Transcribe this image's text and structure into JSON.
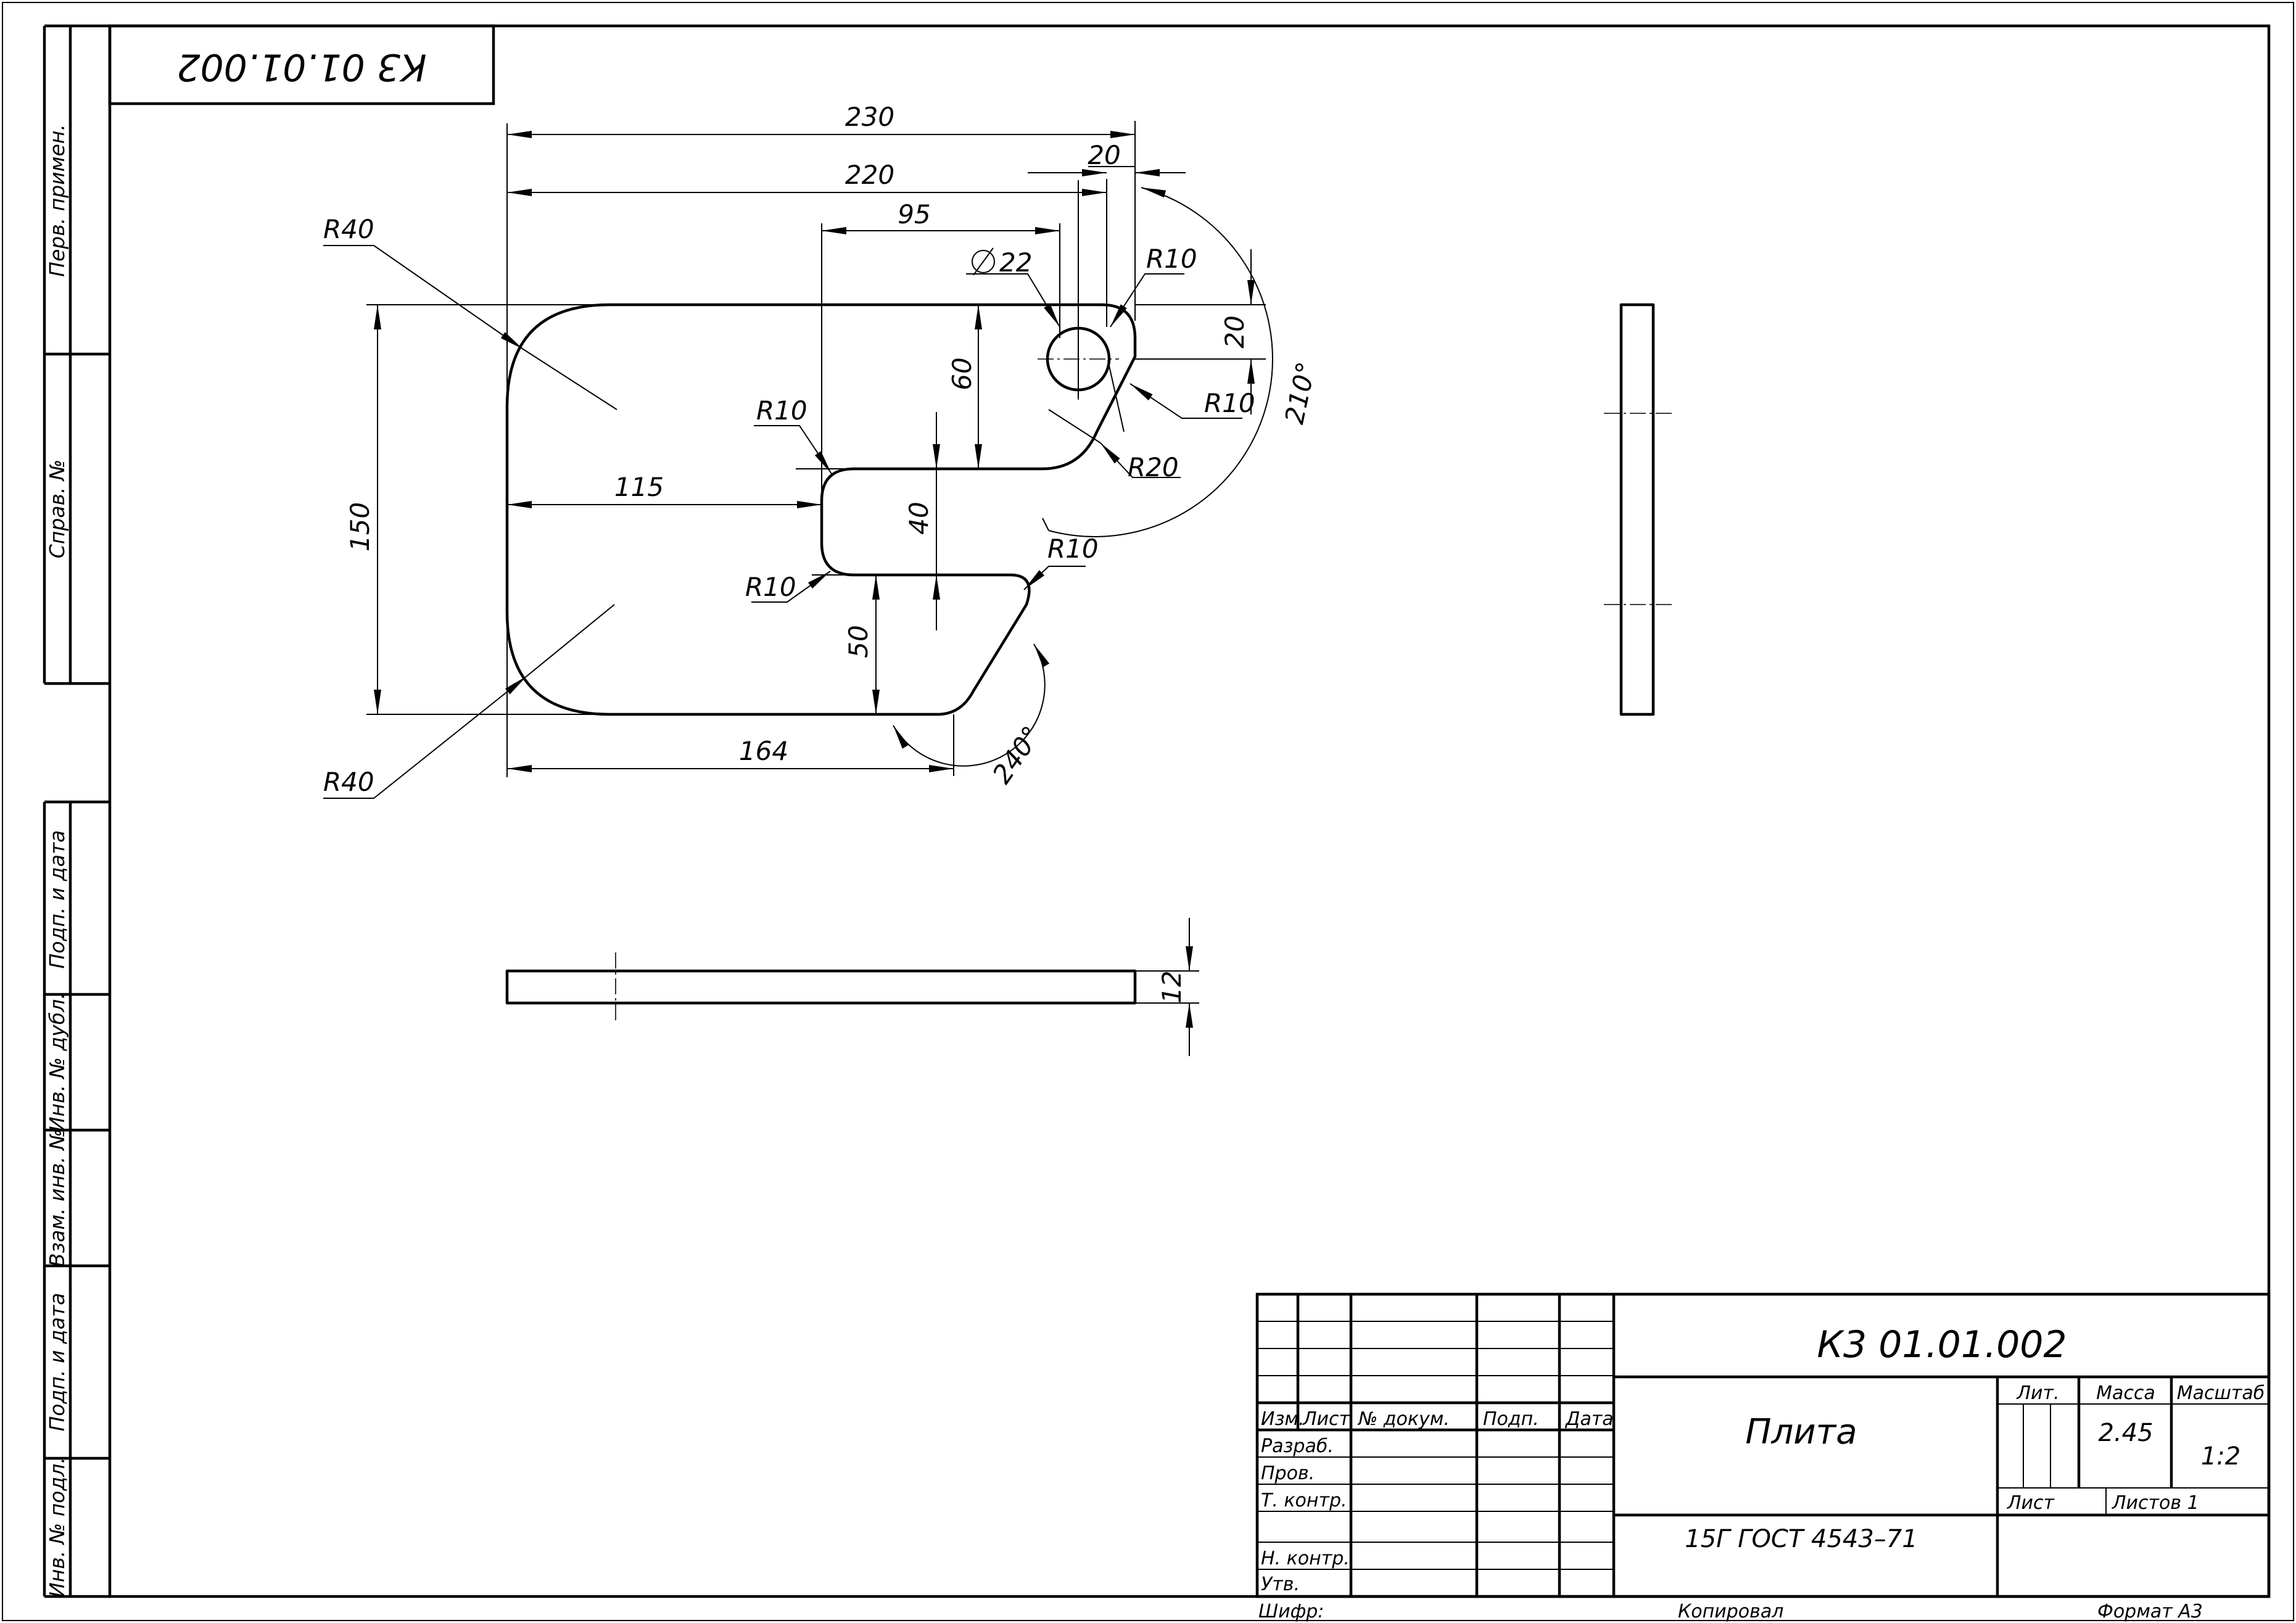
{
  "drawing_code": "К3 01.01.002",
  "stamp_code": "К3 01.01.002",
  "side_labels": {
    "perv_primen": "Перв. примен.",
    "sprav_no": "Справ. №",
    "podp_data_top": "Подп. и дата",
    "inv_dubl": "Инв. № дубл.",
    "vzam_inv": "Взам. инв. №",
    "podp_data_bottom": "Подп. и дата",
    "inv_podl": "Инв. № подл."
  },
  "dimensions": {
    "d230": "230",
    "d220": "220",
    "d20_top": "20",
    "d95": "95",
    "dia22": "22",
    "r10_top": "R10",
    "d20_right": "20",
    "r10_right": "R10",
    "a210": "210°",
    "r40_top": "R40",
    "d60": "60",
    "r10_slot_top": "R10",
    "r20": "R20",
    "d150": "150",
    "d115": "115",
    "d40": "40",
    "r10_slot_bottom": "R10",
    "r10_notch": "R10",
    "d50": "50",
    "d164": "164",
    "a240": "240°",
    "r40_bottom": "R40",
    "d12": "12"
  },
  "title_block": {
    "col_izm": "Изм.",
    "col_list": "Лист",
    "col_doc": "№ докум.",
    "col_podp": "Подп.",
    "col_data": "Дата",
    "row_razrab": "Разраб.",
    "row_prov": "Пров.",
    "row_tkontr": "Т. контр.",
    "row_nkontr": "Н. контр.",
    "row_utv": "Утв.",
    "part_name": "Плита",
    "material": "15Г ГОСТ 4543–71",
    "lit_label": "Лит.",
    "massa_label": "Масса",
    "mashtab_label": "Масштаб",
    "massa_value": "2.45",
    "mashtab_value": "1:2",
    "list_label": "Лист",
    "listov_label": "Листов 1"
  },
  "bottom_line": {
    "shifr": "Шифр:",
    "kopiroval": "Копировал",
    "format": "Формат А3"
  }
}
